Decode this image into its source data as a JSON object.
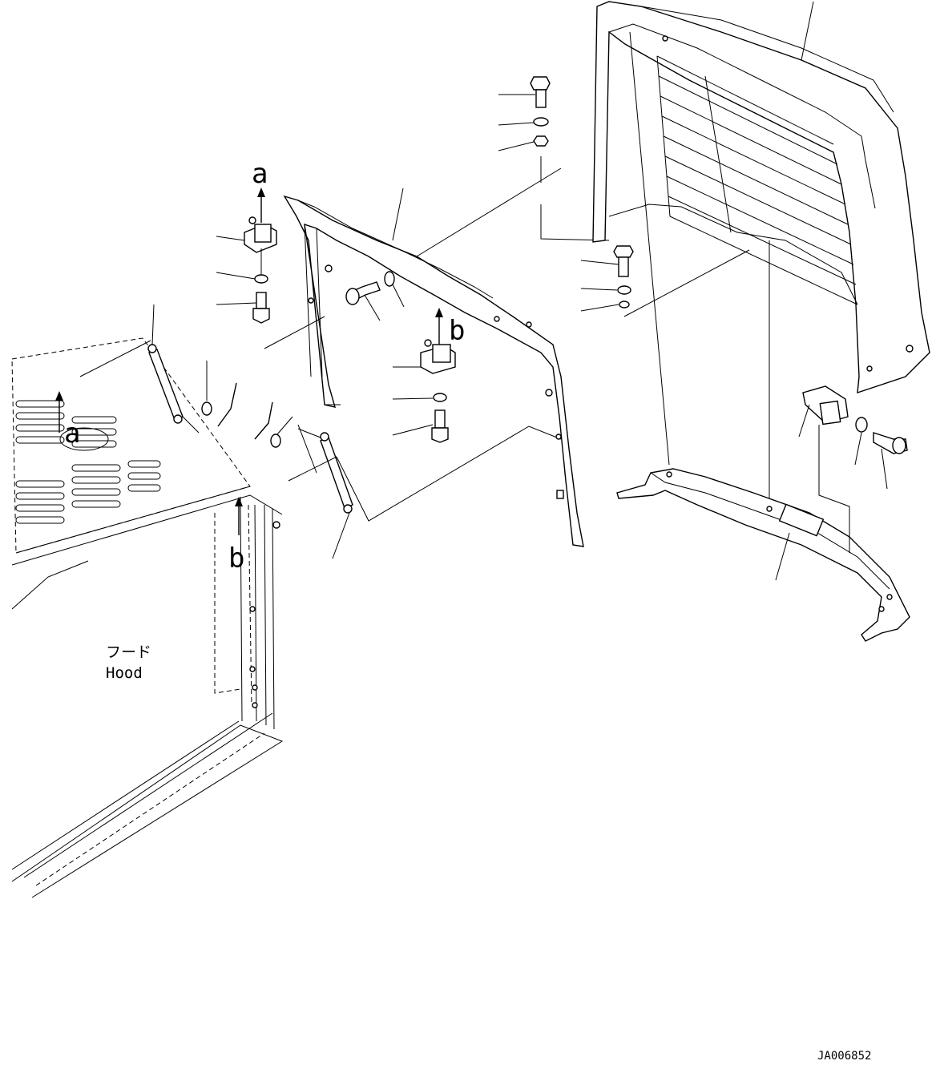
{
  "callouts": {
    "a_top": "a",
    "a_bottom": "a",
    "b_top": "b",
    "b_bottom": "b"
  },
  "hood_label": {
    "jp": "フード",
    "en": "Hood"
  },
  "drawing_id": "JA006852"
}
